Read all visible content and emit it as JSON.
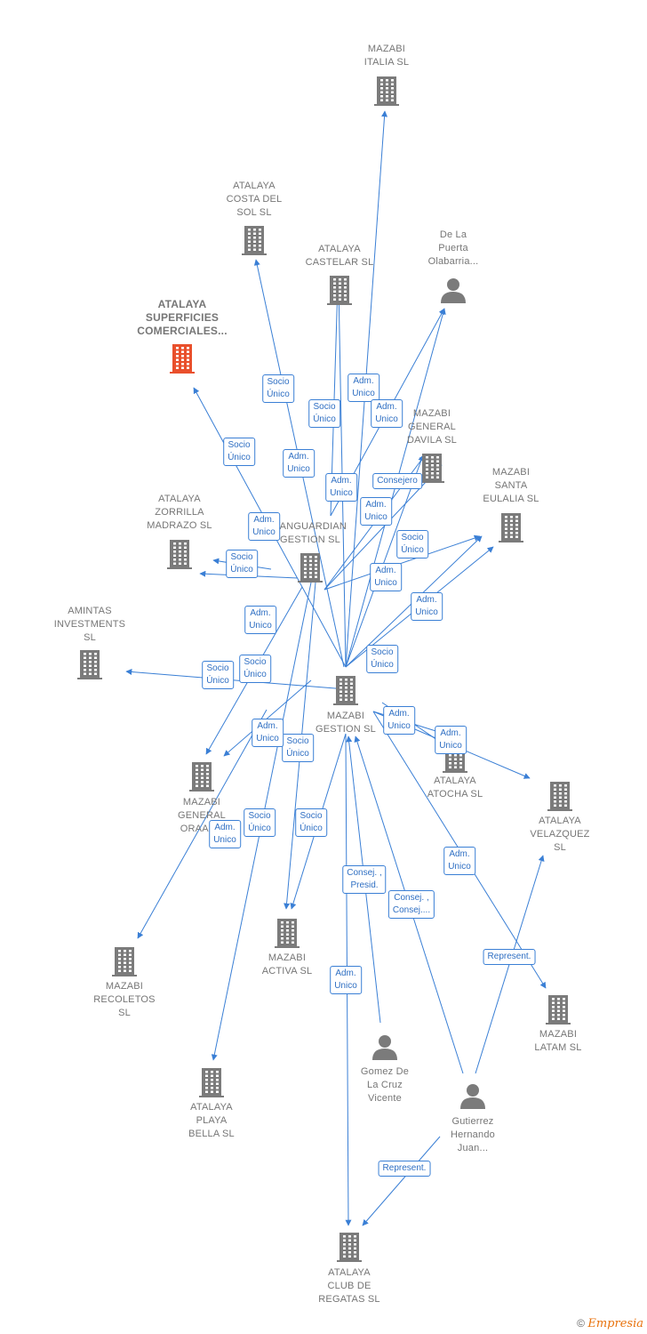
{
  "colors": {
    "edge": "#3a7fd5",
    "node": "#7b7b7b",
    "highlight": "#e9502c"
  },
  "nodes": [
    {
      "id": "mazabi_italia",
      "label": "MAZABI\nITALIA  SL",
      "type": "company"
    },
    {
      "id": "atalaya_costa",
      "label": "ATALAYA\nCOSTA DEL\nSOL  SL",
      "type": "company"
    },
    {
      "id": "atalaya_castelar",
      "label": "ATALAYA\nCASTELAR  SL",
      "type": "company"
    },
    {
      "id": "de_la_puerta",
      "label": "De La\nPuerta\nOlabarria...",
      "type": "person"
    },
    {
      "id": "atalaya_superficies",
      "label": "ATALAYA\nSUPERFICIES\nCOMERCIALES...",
      "type": "company",
      "highlight": true
    },
    {
      "id": "mazabi_general_davila",
      "label": "MAZABI\nGENERAL\nDAVILA  SL",
      "type": "company"
    },
    {
      "id": "mazabi_santa_eulalia",
      "label": "MAZABI\nSANTA\nEULALIA  SL",
      "type": "company"
    },
    {
      "id": "atalaya_zorrilla",
      "label": "ATALAYA\nZORRILLA\nMADRAZO  SL",
      "type": "company"
    },
    {
      "id": "vanguardian",
      "label": "VANGUARDIAN\nGESTION SL",
      "type": "company"
    },
    {
      "id": "amintas",
      "label": "AMINTAS\nINVESTMENTS\nSL",
      "type": "company"
    },
    {
      "id": "mazabi_gestion",
      "label": "MAZABI\nGESTION SL",
      "type": "company"
    },
    {
      "id": "atalaya_atocha",
      "label": "ATALAYA\nATOCHA  SL",
      "type": "company"
    },
    {
      "id": "mazabi_general_oraa",
      "label": "MAZABI\nGENERAL\nORAA SL",
      "type": "company"
    },
    {
      "id": "atalaya_velazquez",
      "label": "ATALAYA\nVELAZQUEZ\nSL",
      "type": "company"
    },
    {
      "id": "mazabi_recoletos",
      "label": "MAZABI\nRECOLETOS\nSL",
      "type": "company"
    },
    {
      "id": "mazabi_activa",
      "label": "MAZABI\nACTIVA  SL",
      "type": "company"
    },
    {
      "id": "mazabi_latam",
      "label": "MAZABI\nLATAM  SL",
      "type": "company"
    },
    {
      "id": "gomez",
      "label": "Gomez De\nLa Cruz\nVicente",
      "type": "person"
    },
    {
      "id": "atalaya_playa",
      "label": "ATALAYA\nPLAYA\nBELLA  SL",
      "type": "company"
    },
    {
      "id": "gutierrez",
      "label": "Gutierrez\nHernando\nJuan...",
      "type": "person"
    },
    {
      "id": "atalaya_club",
      "label": "ATALAYA\nCLUB DE\nREGATAS  SL",
      "type": "company"
    }
  ],
  "edge_labels": [
    "Socio\nÚnico",
    "Adm.\nUnico",
    "Socio\nÚnico",
    "Adm.\nUnico",
    "Socio\nÚnico",
    "Adm.\nUnico",
    "Adm.\nUnico",
    "Consejero",
    "Adm.\nUnico",
    "Socio\nÚnico",
    "Socio\nÚnico",
    "Socio\nÚnico",
    "Adm.\nUnico",
    "Adm.\nUnico",
    "Adm.\nUnico",
    "Socio\nÚnico",
    "Socio\nÚnico",
    "Socio\nÚnico",
    "Adm.\nUnico",
    "Adm.\nUnico",
    "Adm.\nUnico",
    "Socio\nÚnico",
    "Adm.\nUnico",
    "Socio\nÚnico",
    "Adm.\nUnico",
    "Adm.\nUnico",
    "Consej. ,\nPresid.",
    "Consej. ,\nConsej....",
    "Represent.",
    "Adm.\nUnico",
    "Represent."
  ],
  "copyright": {
    "symbol": "©",
    "brand": "Empresia"
  }
}
